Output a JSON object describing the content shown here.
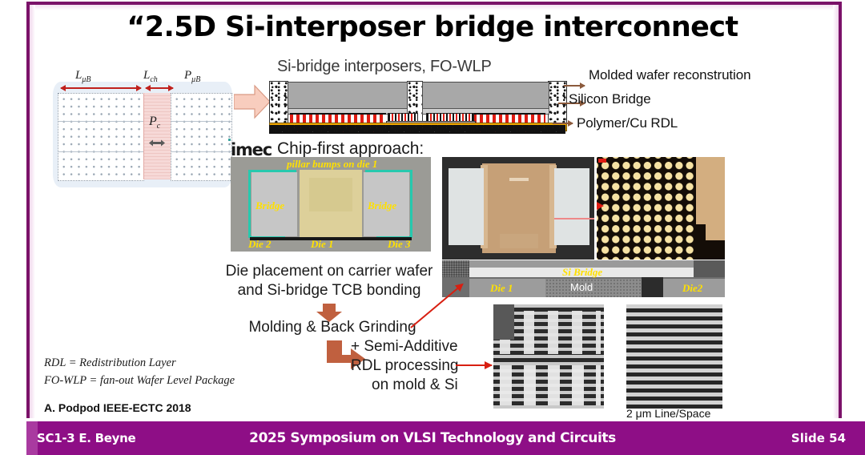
{
  "slide": {
    "title": "“2.5D Si-interposer bridge interconnect"
  },
  "left_diagram": {
    "label_lub": "L",
    "label_lub_sub": "μB",
    "label_lch": "L",
    "label_lch_sub": "ch",
    "label_pub": "P",
    "label_pub_sub": "μB",
    "label_pc": "P",
    "label_pc_sub": "c"
  },
  "top_schematic": {
    "title": "Si-bridge interposers, FO-WLP",
    "callouts": [
      "Molded wafer reconstrution",
      "Silicon Bridge",
      "Polymer/Cu RDL"
    ]
  },
  "imec": {
    "logo": "imec",
    "heading": "Chip-first approach:"
  },
  "photos": {
    "placement": {
      "top_label": "pillar bumps on die 1",
      "bridge_left": "Bridge",
      "bridge_right": "Bridge",
      "die_left": "Die 2",
      "die_center": "Die 1",
      "die_right": "Die 3"
    },
    "cross_section": {
      "si_bridge": "Si Bridge",
      "die1": "Die 1",
      "mold": "Mold",
      "die2": "Die2"
    },
    "sem_caption": "2 μm Line/Space"
  },
  "flow": {
    "step1_line1": "Die placement on carrier wafer",
    "step1_line2": "and Si-bridge TCB bonding",
    "step2": "Molding & Back Grinding",
    "step3_line1": "+ Semi-Additive",
    "step3_line2": "RDL processing",
    "step3_line3": "on mold & Si"
  },
  "legend": {
    "line1": "RDL  =  Redistribution Layer",
    "line2": "FO-WLP = fan-out Wafer Level Package"
  },
  "reference": "A. Podpod IEEE-ECTC 2018",
  "footer": {
    "left": "SC1-3   E. Beyne",
    "center": "2025 Symposium on VLSI Technology and Circuits",
    "right": "Slide 54"
  },
  "colors": {
    "accent_purple": "#8e0e86",
    "frame_purple": "#7b1269",
    "arrow_red": "#d81f11",
    "label_yellow": "#ffe000",
    "salmon": "#f6c9bb"
  }
}
